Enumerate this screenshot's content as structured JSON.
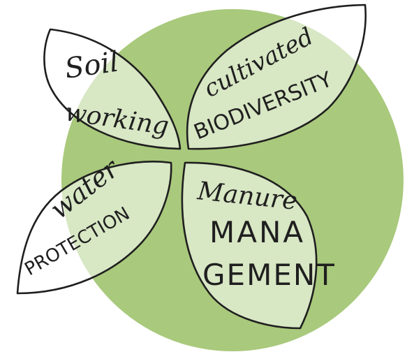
{
  "colors": {
    "circle": "#a9c97c",
    "ink": "#1f1f1f"
  },
  "leaves": {
    "soil_working": {
      "line1": "Soil",
      "line2": "working"
    },
    "cultivated_biodiversity": {
      "line1": "cultivated",
      "line2": "BIODIVERSITY"
    },
    "water_protection": {
      "line1": "water",
      "line2": "PROTECTION"
    },
    "manure_management": {
      "line1": "Manure",
      "line2": "MANA",
      "line3": "GEMENT"
    }
  }
}
